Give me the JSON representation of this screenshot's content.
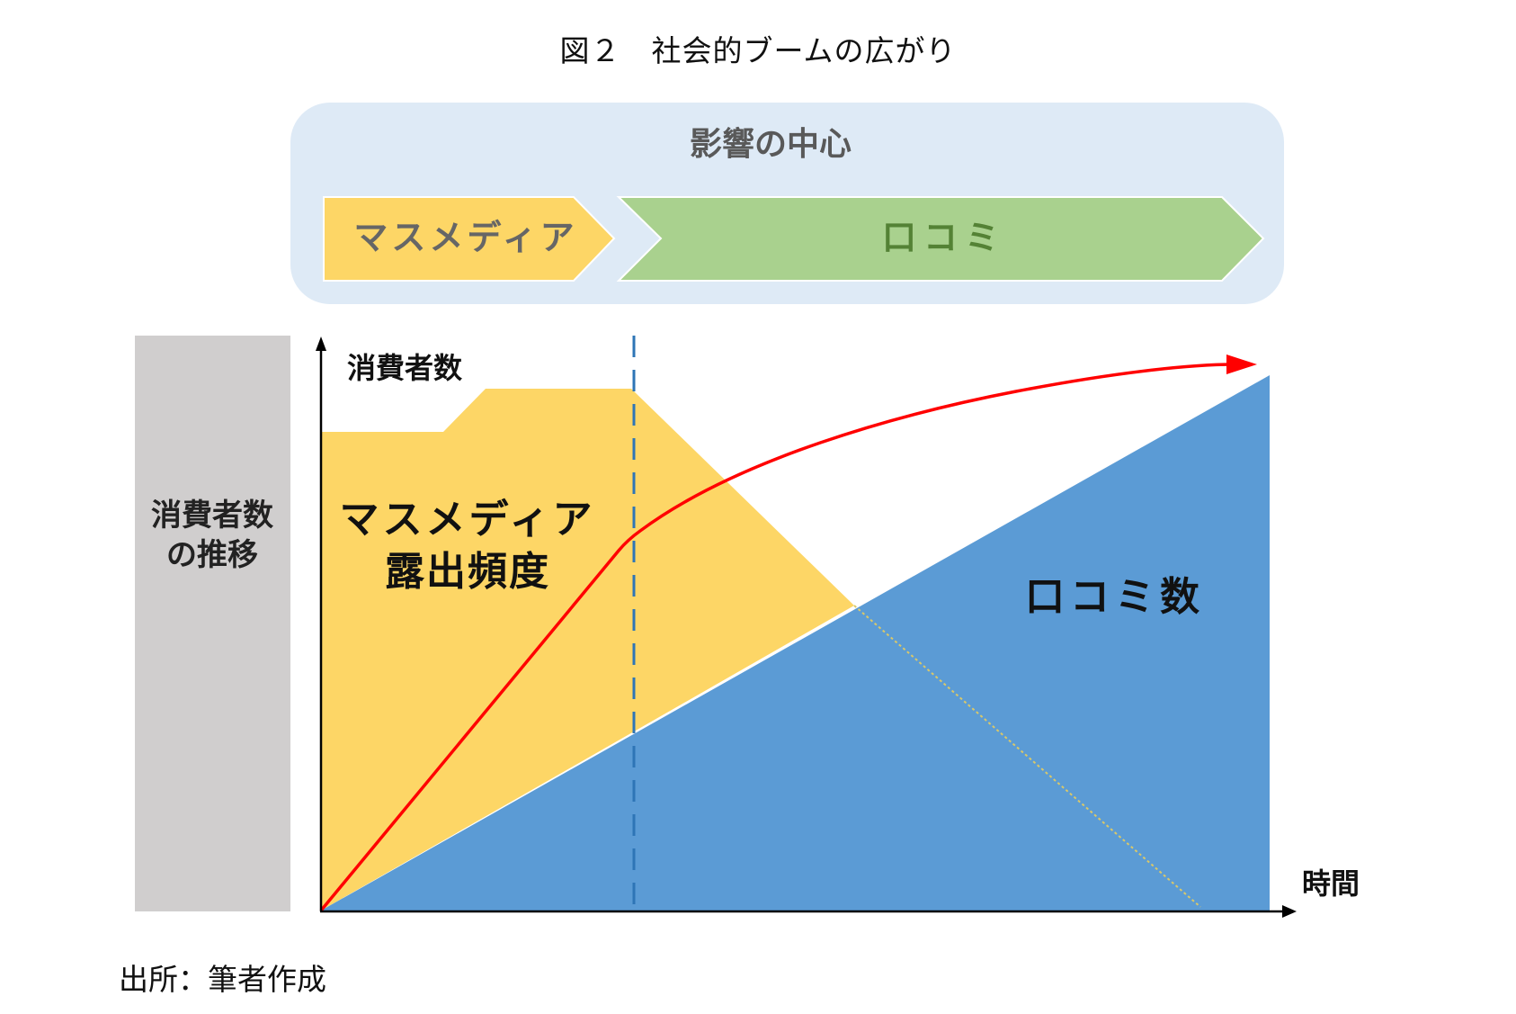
{
  "figure": {
    "title": "図２　社会的ブームの広がり",
    "source": "出所：筆者作成"
  },
  "influence_panel": {
    "heading": "影響の中心",
    "stages": [
      {
        "label": "マスメディア",
        "color": "#FDD666",
        "text_color": "#666666"
      },
      {
        "label": "口コミ",
        "color": "#A9D18E",
        "text_color": "#548235"
      }
    ],
    "background": "#DEEAF6"
  },
  "side_label": {
    "line1": "消費者数",
    "line2": "の推移",
    "background": "#D0CECE"
  },
  "axes": {
    "y_label": "消費者数",
    "x_label": "時間"
  },
  "areas": {
    "mass_media": {
      "line1": "マスメディア",
      "line2": "露出頻度",
      "color": "#FDD666"
    },
    "word_of_mouth": {
      "label": "口コミ数",
      "color": "#5B9BD5"
    }
  },
  "consumer_curve": {
    "color": "#FF0000"
  },
  "divider": {
    "color": "#2E75B6",
    "style": "dashed"
  },
  "chart_data": {
    "type": "area",
    "title": "社会的ブームの広がり",
    "xlabel": "時間",
    "ylabel": "消費者数",
    "grid": false,
    "legend": "none",
    "annotations": [
      "マスメディア露出頻度",
      "口コミ数",
      "影響の中心: マスメディア → 口コミ"
    ],
    "x": [
      0,
      0.14,
      0.18,
      0.33,
      0.61,
      0.91,
      1.0
    ],
    "series": [
      {
        "name": "マスメディア露出頻度",
        "values": [
          0.85,
          0.85,
          0.93,
          0.93,
          0.55,
          0.0,
          0.0
        ]
      },
      {
        "name": "口コミ数",
        "values": [
          0.0,
          0.08,
          0.11,
          0.2,
          0.55,
          0.88,
          1.0
        ]
      },
      {
        "name": "消費者数",
        "values": [
          0.0,
          0.25,
          0.32,
          0.7,
          0.86,
          0.96,
          0.98
        ]
      }
    ],
    "divider_x": 0.33
  }
}
